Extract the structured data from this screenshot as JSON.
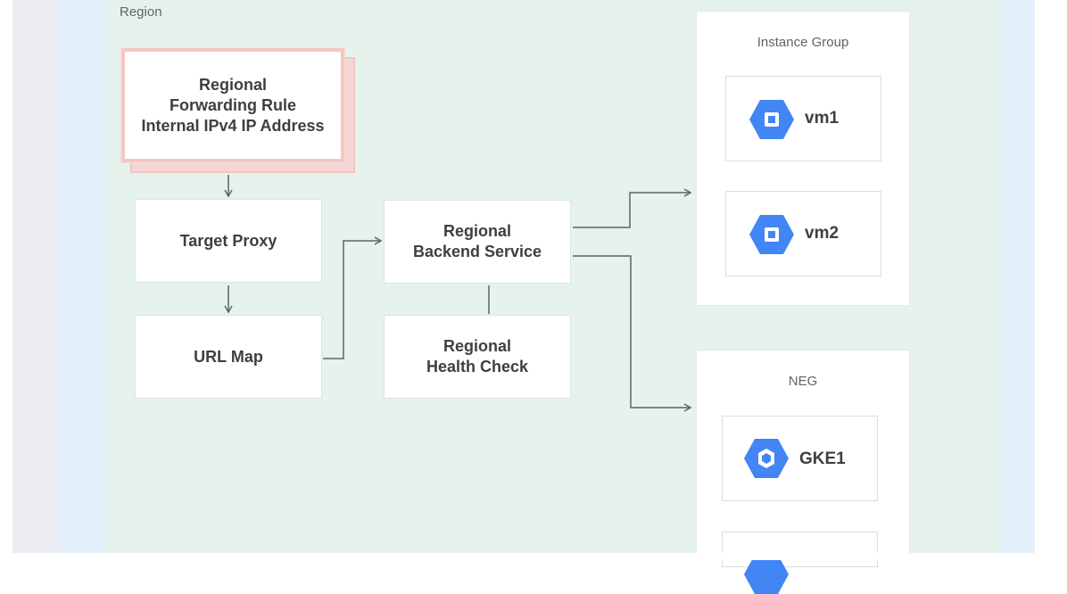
{
  "region": {
    "label": "Region"
  },
  "forwarding_rule": {
    "label": "Regional\nForwarding Rule\nInternal IPv4 IP Address"
  },
  "target_proxy": {
    "label": "Target Proxy"
  },
  "url_map": {
    "label": "URL Map"
  },
  "backend_service": {
    "label": "Regional\nBackend Service"
  },
  "health_check": {
    "label": "Regional\nHealth Check"
  },
  "instance_group": {
    "title": "Instance Group",
    "vms": [
      {
        "label": "vm1"
      },
      {
        "label": "vm2"
      }
    ]
  },
  "neg": {
    "title": "NEG",
    "nodes": [
      {
        "label": "GKE1"
      }
    ]
  },
  "colors": {
    "outer_bg": "#eceef4",
    "vpc_bg": "#e4f0fb",
    "region_bg": "#e6f2ec",
    "forwarding_rule_border": "#f4c7c3",
    "icon_blue": "#4285f4",
    "connector": "#5f6368"
  }
}
